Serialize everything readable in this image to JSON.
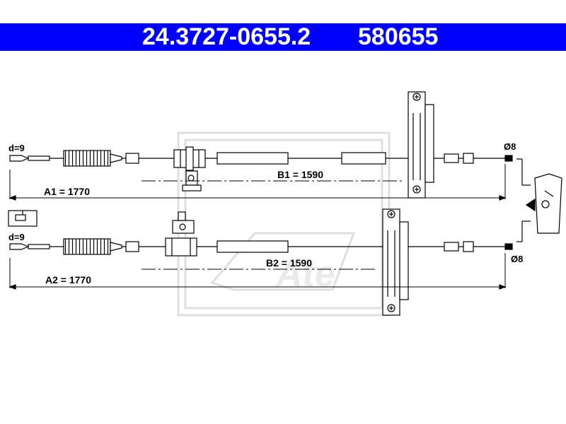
{
  "header": {
    "part_number": "24.3727-0655.2",
    "ref_number": "580655"
  },
  "cable_top": {
    "end_left_label": "d=9",
    "end_right_label": "Ø8",
    "dim_total": "A1 = 1770",
    "dim_sheath": "B1 = 1590"
  },
  "cable_bottom": {
    "end_left_label": "d=9",
    "end_right_label": "Ø8",
    "dim_total": "A2 = 1770",
    "dim_sheath": "B2 = 1590"
  },
  "watermark": "Ate",
  "colors": {
    "header_bg": "#0000ff",
    "header_text": "#ffffff",
    "line": "#000000"
  }
}
